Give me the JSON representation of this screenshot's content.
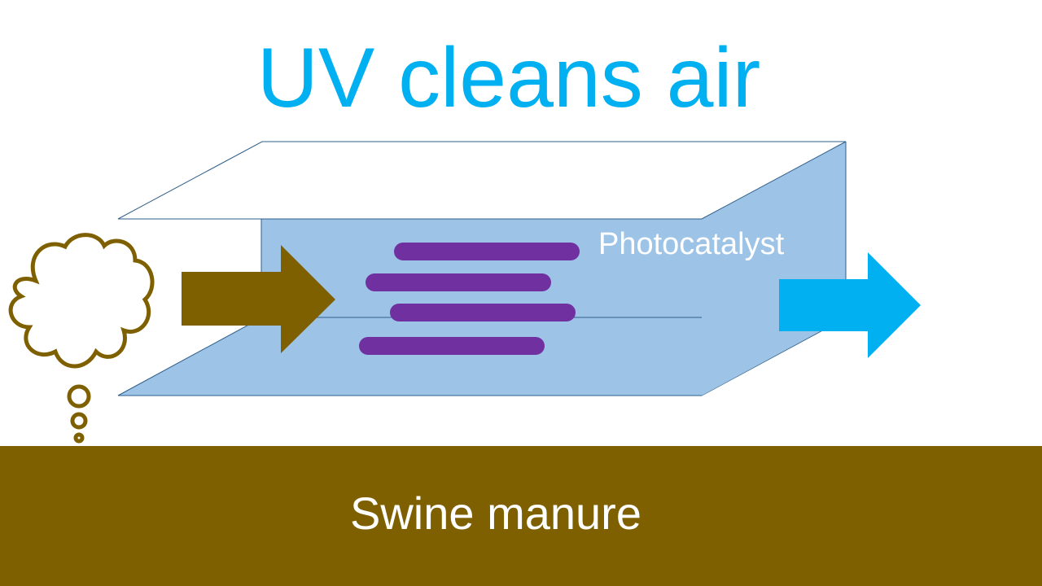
{
  "slide": {
    "title": "UV cleans air",
    "catalyst_label": "Photocatalyst",
    "ground_label": "Swine manure"
  },
  "colors": {
    "title": "#00b0f0",
    "panel_fill": "#9dc3e6",
    "panel_stroke": "#2e5f8a",
    "uv_lamp": "#7030a0",
    "manure": "#7f6000",
    "clean_air_arrow": "#00b0f0",
    "label_text": "#ffffff"
  },
  "icons": {
    "odor_cloud": "thought-cloud-icon",
    "dirty_air_arrow": "right-arrow-icon",
    "clean_air_arrow": "right-arrow-icon"
  }
}
